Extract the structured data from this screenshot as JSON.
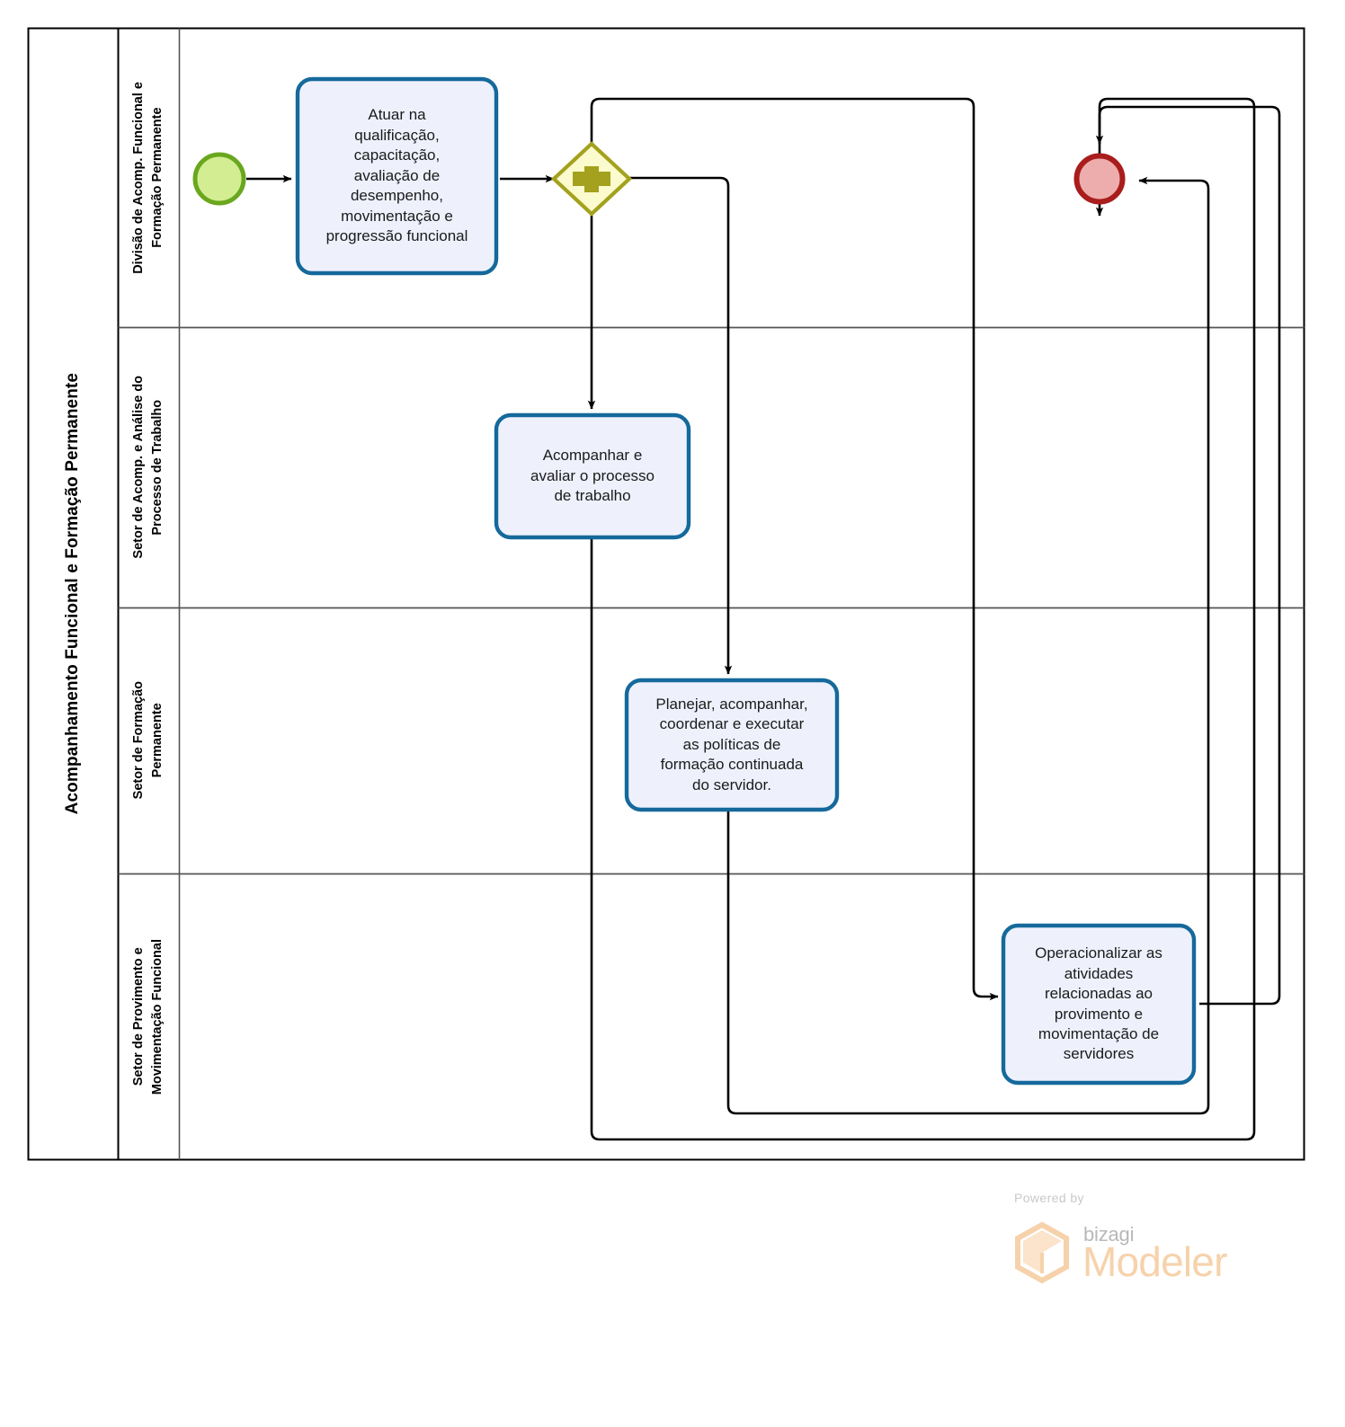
{
  "pool": {
    "title": "Acompanhamento Funcional e Formação Permanente",
    "border_color": "#000000",
    "background": "#ffffff"
  },
  "lanes": [
    {
      "id": "lane-divisao",
      "label": "Divisão de Acomp. Funcional e\nFormação Permanente"
    },
    {
      "id": "lane-analise",
      "label": "Setor de Acomp. e Análise do\nProcesso de Trabalho"
    },
    {
      "id": "lane-formacao",
      "label": "Setor de Formação\nPermanente"
    },
    {
      "id": "lane-provimento",
      "label": "Setor de Provimento e\nMovimentação Funcional"
    }
  ],
  "events": [
    {
      "id": "start-event",
      "type": "start",
      "lane": "lane-divisao",
      "fill": "#d3ee92",
      "stroke": "#6aa71f"
    },
    {
      "id": "end-event",
      "type": "end",
      "lane": "lane-divisao",
      "fill": "#eeadad",
      "stroke": "#a91d1d"
    }
  ],
  "gateways": [
    {
      "id": "parallel-gateway",
      "type": "parallel",
      "symbol": "+",
      "lane": "lane-divisao",
      "fill": "#fbfbcd",
      "stroke": "#a4a11e"
    }
  ],
  "tasks": [
    {
      "id": "task-atuar-qualificacao",
      "label": "Atuar na\nqualificação,\ncapacitação,\navaliação de\ndesempenho,\nmovimentação e\nprogressão funcional",
      "lane": "lane-divisao",
      "fill": "#eef1fc",
      "stroke": "#15699b"
    },
    {
      "id": "task-acompanhar-avaliar",
      "label": "Acompanhar e\navaliar o processo\nde trabalho",
      "lane": "lane-analise",
      "fill": "#eef1fc",
      "stroke": "#15699b"
    },
    {
      "id": "task-planejar-politicas",
      "label": "Planejar, acompanhar,\ncoordenar e executar\nas políticas de\nformação continuada\ndo servidor.",
      "lane": "lane-formacao",
      "fill": "#eef1fc",
      "stroke": "#15699b"
    },
    {
      "id": "task-operacionalizar-provimento",
      "label": "Operacionalizar as\natividades\nrelacionadas ao\nprovimento e\nmovimentação de\nservidores",
      "lane": "lane-provimento",
      "fill": "#eef1fc",
      "stroke": "#15699b"
    }
  ],
  "flows": [
    {
      "id": "flow-start-to-atuar",
      "from": "start-event",
      "to": "task-atuar-qualificacao"
    },
    {
      "id": "flow-atuar-to-gateway",
      "from": "task-atuar-qualificacao",
      "to": "parallel-gateway"
    },
    {
      "id": "flow-gateway-to-acompanhar",
      "from": "parallel-gateway",
      "to": "task-acompanhar-avaliar"
    },
    {
      "id": "flow-gateway-to-planejar",
      "from": "parallel-gateway",
      "to": "task-planejar-politicas"
    },
    {
      "id": "flow-gateway-to-operacionalizar",
      "from": "parallel-gateway",
      "to": "task-operacionalizar-provimento"
    },
    {
      "id": "flow-acompanhar-to-end",
      "from": "task-acompanhar-avaliar",
      "to": "end-event"
    },
    {
      "id": "flow-planejar-to-end",
      "from": "task-planejar-politicas",
      "to": "end-event"
    },
    {
      "id": "flow-operacionalizar-to-end",
      "from": "task-operacionalizar-provimento",
      "to": "end-event"
    }
  ],
  "branding": {
    "powered_by": "Powered by",
    "product_small": "bizagi",
    "product_large": "Modeler",
    "accent": "#f6d2ab"
  }
}
